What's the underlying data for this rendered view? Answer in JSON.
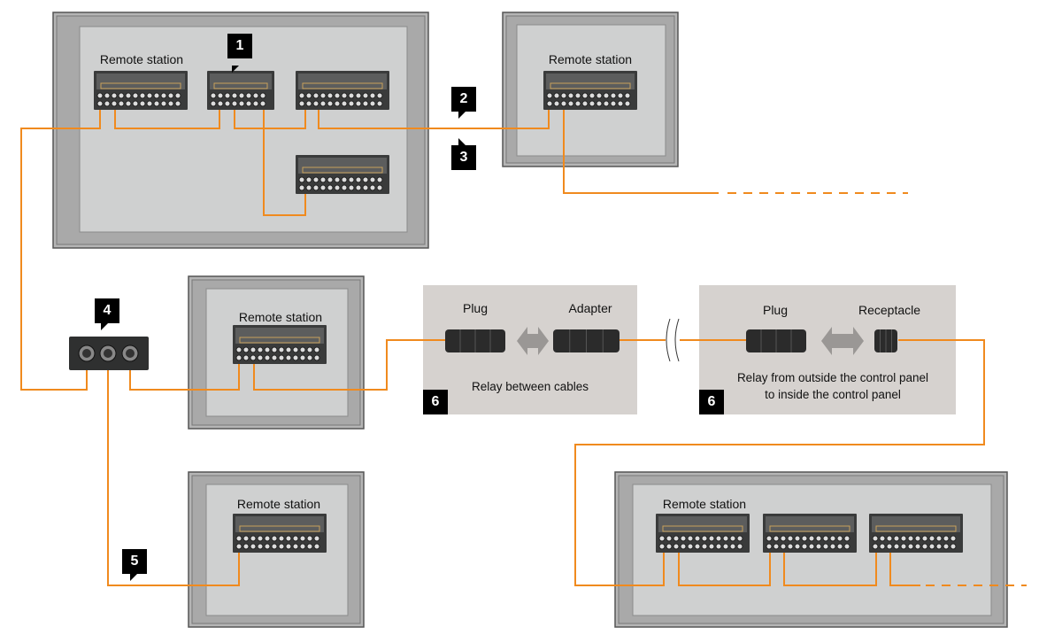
{
  "colors": {
    "cable": "#f08a1e",
    "cabinet": "#c9c9c9",
    "relay_box": "#d6d2cf",
    "badge": "#000000",
    "module": "#3a3b3b"
  },
  "labels": {
    "remote_station": "Remote station",
    "plug": "Plug",
    "adapter": "Adapter",
    "receptacle": "Receptacle",
    "relay_between": "Relay between cables",
    "relay_outside_1": "Relay from outside the control panel",
    "relay_outside_2": "to inside the control panel"
  },
  "badges": [
    "1",
    "2",
    "3",
    "4",
    "5",
    "6",
    "6"
  ]
}
